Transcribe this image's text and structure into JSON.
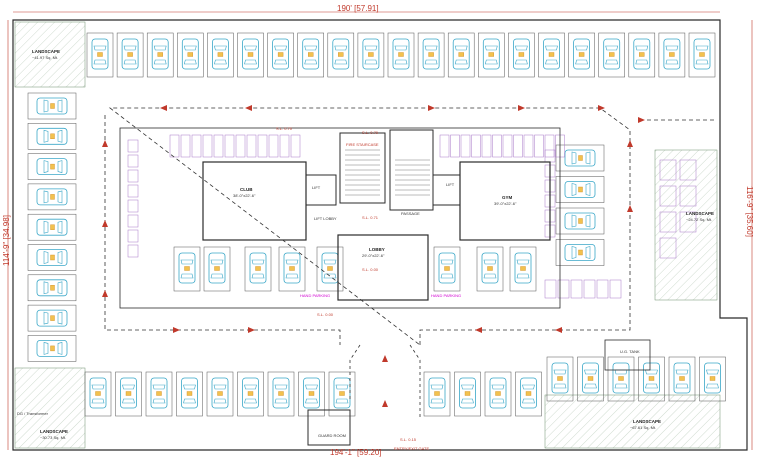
{
  "dimensions": {
    "top": "190' [57.91]",
    "left": "114'-9\" [34.98]",
    "right": "116'-9\" [35.60]",
    "bottom": "194'-1\" [59.20]"
  },
  "labels": {
    "landscape_tl": "LANDSCAPE",
    "landscape_tl_area": "~41.97 Sq. Mt.",
    "landscape_right": "LANDSCAPE",
    "landscape_right_area": "~24.72 Sq. Mt.",
    "landscape_bl": "LANDSCAPE",
    "landscape_bl_area": "~30.73 Sq. Mt.",
    "landscape_br": "LANDSCAPE",
    "landscape_br_area": "~67.61 Sq. Mt.",
    "fire_staircase": "FIRE STAIRCASE",
    "passage": "PASSAGE",
    "clubhouse": "CLUB",
    "clubhouse_size": "38'-0\"x22'-6\"",
    "lift_left": "LIFT",
    "lift_right": "LIFT",
    "gym": "GYM",
    "gym_size": "39'-0\"x22'-6\"",
    "lobby": "LOBBY",
    "lobby_size": "29'-0\"x22'-6\"",
    "lift_lobby": "LIFT LOBBY",
    "hand_parking_left": "HAND PARKING",
    "hand_parking_right": "HAND PARKING",
    "guard_room": "GUARD ROOM",
    "entry_gate": "ENTRY/EXIT GATE",
    "ug_tank": "U.G. TANK",
    "dg_transformer": "DG / Transformer",
    "level_top": "S.L. 0.70",
    "level_mid": "S.L. 0.71",
    "level_low": "S.L. 0.00",
    "level_gate": "S.L. 0.15",
    "level_passage": "S.L. 0.70",
    "level_left_road": "S.L. 0.00"
  },
  "colors": {
    "wall": "#2b2b2b",
    "car": "#3aa7c8",
    "car_seat": "#e0a93a",
    "dimension": "#c0392b",
    "landscape_hatch": "#6f8f6f",
    "hand_parking": "#d100d1",
    "small_spaces": "#a878c8"
  },
  "icons": [
    "car-icon",
    "arrow-icon",
    "staircase-icon"
  ]
}
